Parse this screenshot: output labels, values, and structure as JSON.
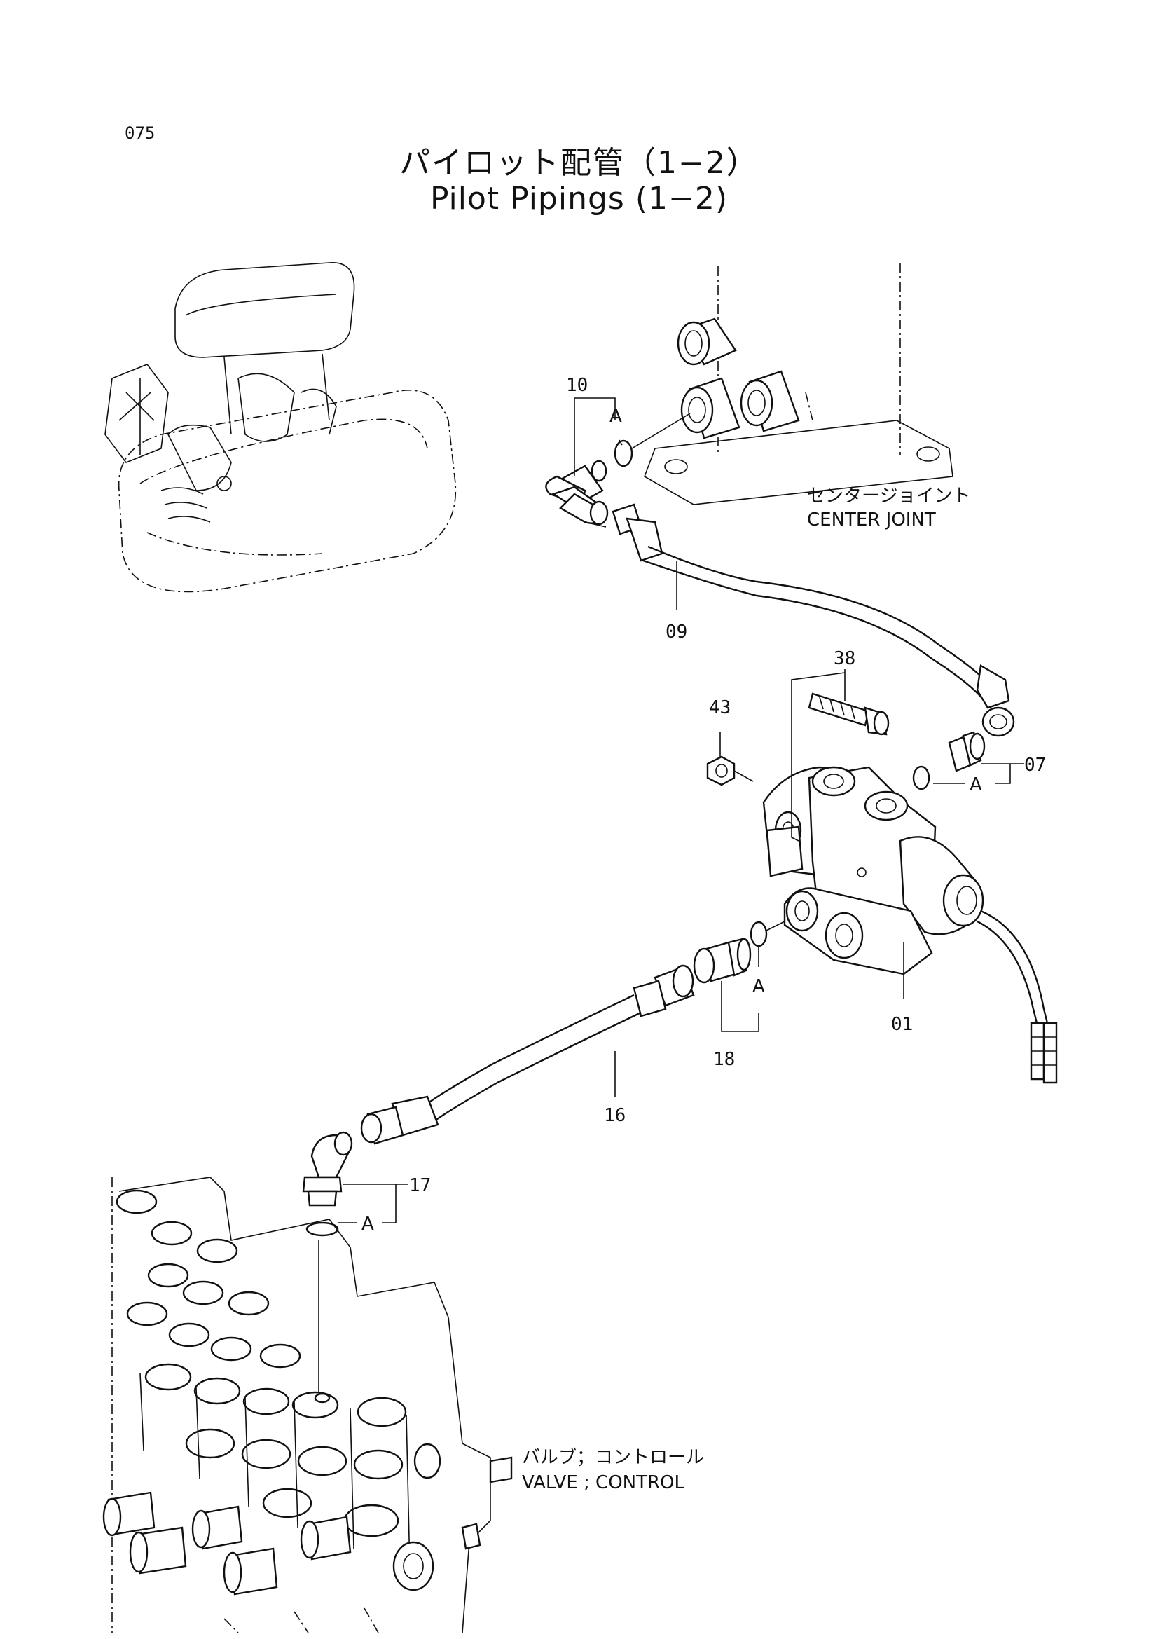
{
  "page_number": "075",
  "title_jp": "パイロット配管（1−2）",
  "title_en": "Pilot Pipings (1−2)",
  "callouts": {
    "p10": "10",
    "p09": "09",
    "p38": "38",
    "p43": "43",
    "p07": "07",
    "p01": "01",
    "p18": "18",
    "p16": "16",
    "p17": "17",
    "a": "A"
  },
  "labels": {
    "center_joint_jp": "センタージョイント",
    "center_joint_en": "CENTER JOINT",
    "valve_jp": "バルブ；コントロール",
    "valve_en": "VALVE ; CONTROL"
  }
}
